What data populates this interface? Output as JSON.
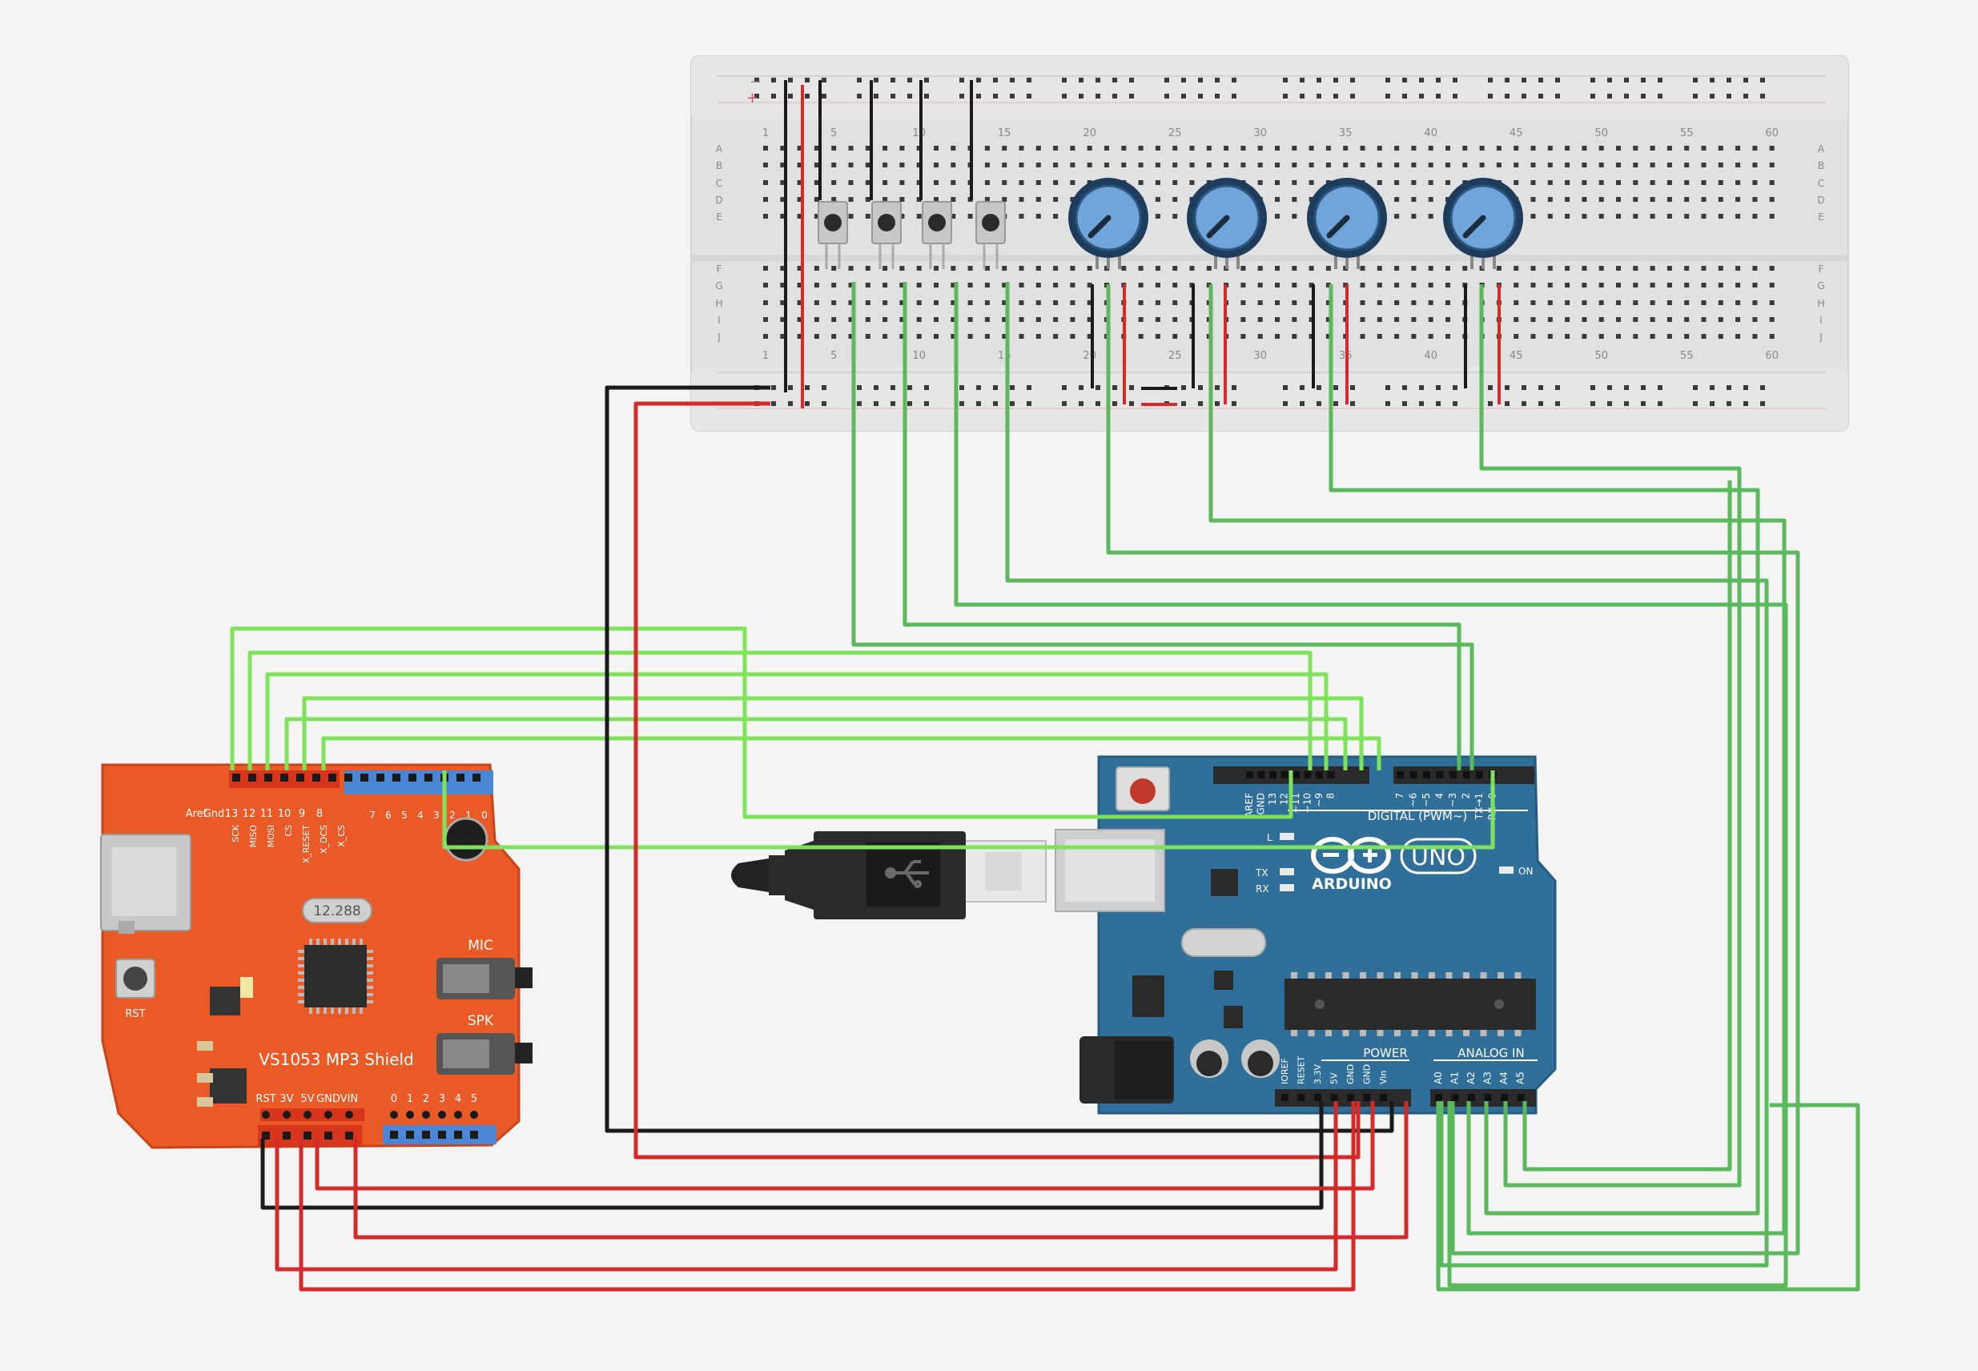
{
  "breadboard": {
    "column_numbers": [
      "1",
      "5",
      "10",
      "15",
      "20",
      "25",
      "30",
      "35",
      "40",
      "45",
      "50",
      "55",
      "60"
    ],
    "row_letters_top": [
      "A",
      "B",
      "C",
      "D",
      "E"
    ],
    "row_letters_bottom": [
      "F",
      "G",
      "H",
      "I",
      "J"
    ],
    "rail_minus": "−",
    "rail_plus": "+"
  },
  "mp3_shield": {
    "title": "VS1053 MP3 Shield",
    "crystal": "12.288",
    "mic_label": "MIC",
    "spk_label": "SPK",
    "rst_label": "RST",
    "header_labels_top": [
      "Aref",
      "Gnd",
      "13",
      "12",
      "11",
      "10",
      "9",
      "8"
    ],
    "spi_labels": [
      "SCK",
      "MISO",
      "MOSI",
      "CS",
      "X_RESET",
      "X_DCS",
      "X_CS"
    ],
    "right_header_labels": [
      "7",
      "6",
      "5",
      "4",
      "3",
      "2",
      "1",
      "0"
    ],
    "power_labels": [
      "RST",
      "3V",
      "5V",
      "GND",
      "VIN"
    ],
    "analog_labels": [
      "0",
      "1",
      "2",
      "3",
      "4",
      "5"
    ]
  },
  "arduino": {
    "brand": "ARDUINO",
    "model": "UNO",
    "digital_label": "DIGITAL (PWM~)",
    "power_label": "POWER",
    "analog_label": "ANALOG IN",
    "on_label": "ON",
    "l_label": "L",
    "tx_label": "TX",
    "rx_label": "RX",
    "digital_pins": [
      "AREF",
      "GND",
      "13",
      "12",
      "~11",
      "~10",
      "~9",
      "8",
      "7",
      "~6",
      "~5",
      "4",
      "~3",
      "2",
      "TX→1",
      "RX←0"
    ],
    "power_pins": [
      "IOREF",
      "RESET",
      "3.3V",
      "5V",
      "GND",
      "GND",
      "Vin"
    ],
    "analog_pins": [
      "A0",
      "A1",
      "A2",
      "A3",
      "A4",
      "A5"
    ]
  },
  "colors": {
    "wire_green": "#5cb85c",
    "wire_lime": "#7ee35a",
    "wire_red": "#d42a2a",
    "wire_black": "#1a1a1a",
    "shield_orange": "#ea5a26",
    "arduino_blue": "#2f6f9a",
    "breadboard": "#e2e2e2",
    "pot_blue": "#6fa5da"
  }
}
